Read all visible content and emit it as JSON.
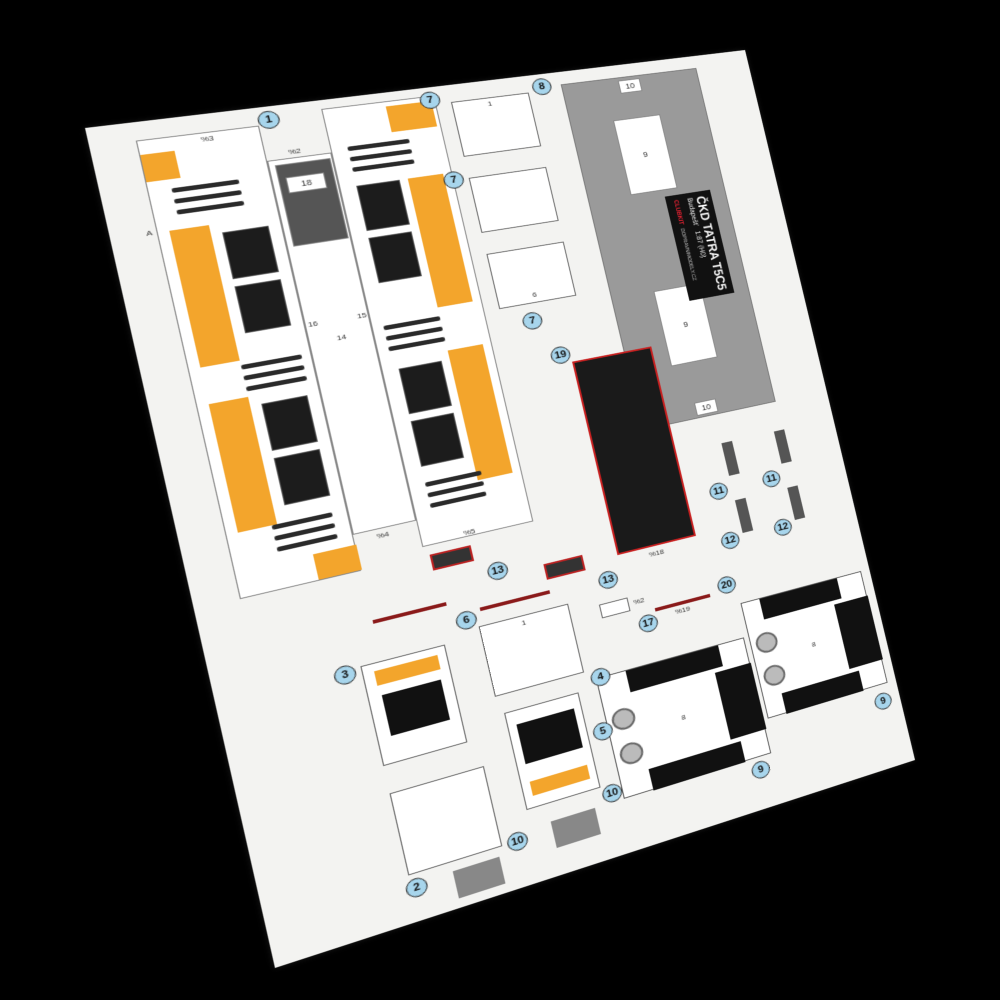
{
  "sheet": {
    "title": "ČKD TATRA T5C5",
    "city": "Budapešť",
    "scale": "1:87 (H0)",
    "publisher": "DOPRAVNIMODELY.CZ",
    "logo": "CLUBKIT",
    "colors": {
      "paper": "#f3f3f1",
      "orange": "#f3a52c",
      "callout": "#a7d5ec",
      "chassis_red": "#c82020",
      "roof_gray": "#9a9a9a"
    }
  },
  "labels": {
    "floor_14": "14",
    "floor_15": "15",
    "floor_16": "16",
    "floor_18": "18",
    "roof_9a": "9",
    "roof_9b": "9",
    "roof_10a": "10",
    "roof_10b": "10",
    "box_1": "1",
    "box_6": "6",
    "piece_8a": "8",
    "piece_8b": "8",
    "mark_3": "%3",
    "mark_2": "%2",
    "mark_4": "%4",
    "mark_5": "%5",
    "mark_18": "%18",
    "mark_19": "%19",
    "mark_17": "%2",
    "line_a": "A"
  },
  "callouts": [
    "1",
    "7",
    "7",
    "7",
    "8",
    "19",
    "13",
    "13",
    "6",
    "3",
    "4",
    "17",
    "5",
    "2",
    "10",
    "10",
    "9",
    "9",
    "20",
    "11",
    "11",
    "12",
    "12"
  ]
}
